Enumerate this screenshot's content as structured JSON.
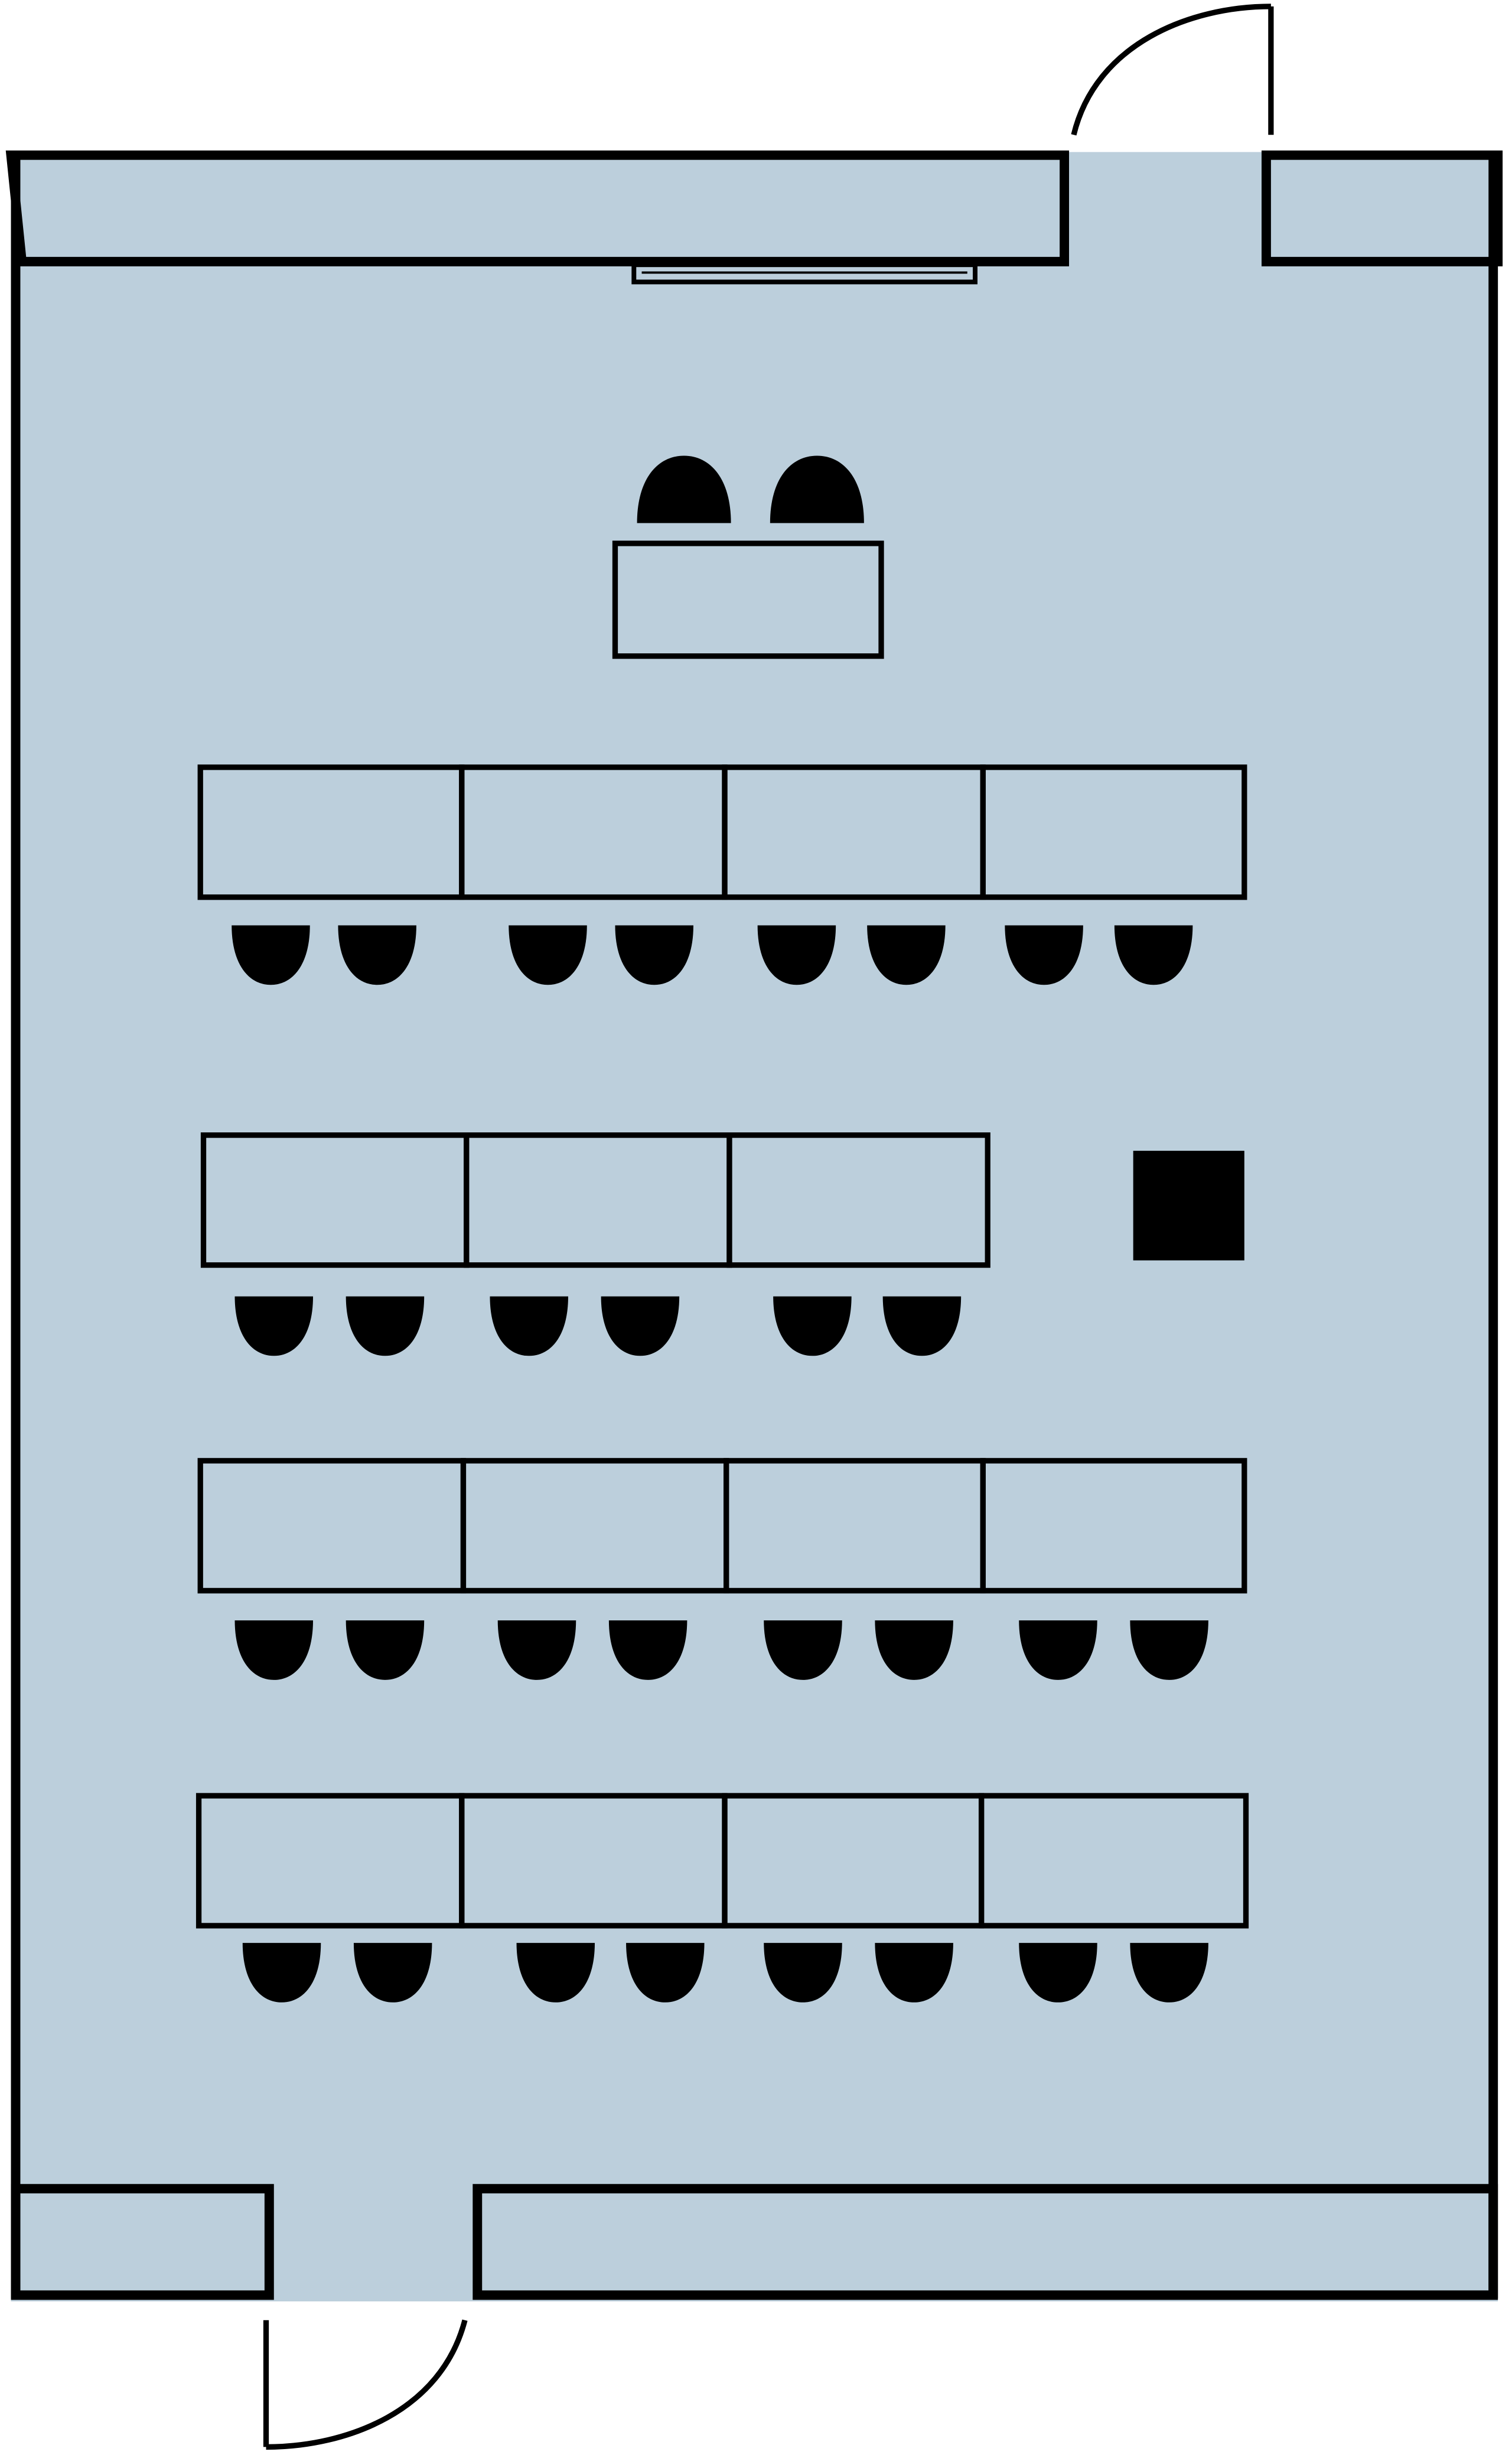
{
  "floorplan": {
    "room_fill": "#bccfdc",
    "ink": "#000000",
    "background": "#ffffff",
    "teacher_desk": {
      "tables": 1,
      "chairs": 2
    },
    "rows": [
      {
        "tables": 4,
        "chairs": 8
      },
      {
        "tables": 3,
        "chairs": 6,
        "extra": "square-block"
      },
      {
        "tables": 4,
        "chairs": 8
      },
      {
        "tables": 4,
        "chairs": 8
      }
    ],
    "doors": [
      {
        "wall": "top",
        "swing": "outward-left"
      },
      {
        "wall": "bottom",
        "swing": "outward-right"
      }
    ],
    "wall_fixture": "whiteboard"
  }
}
